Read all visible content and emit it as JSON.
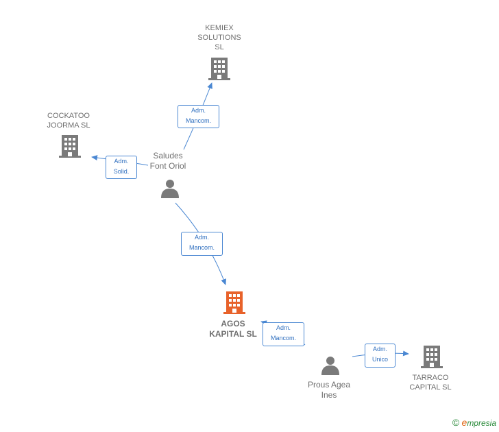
{
  "nodes": {
    "kemiex": {
      "label": "KEMIEX\nSOLUTIONS\nSL",
      "icon": "building-icon",
      "color": "#7a7a7a"
    },
    "cockatoo": {
      "label": "COCKATOO\nJOORMA SL",
      "icon": "building-icon",
      "color": "#7a7a7a"
    },
    "saludes": {
      "label": "Saludes\nFont Oriol",
      "icon": "person-icon",
      "color": "#7a7a7a"
    },
    "agos": {
      "label": "AGOS\nKAPITAL SL",
      "icon": "building-icon",
      "color": "#e8622a"
    },
    "prous": {
      "label": "Prous Agea\nInes",
      "icon": "person-icon",
      "color": "#7a7a7a"
    },
    "tarraco": {
      "label": "TARRACO\nCAPITAL SL",
      "icon": "building-icon",
      "color": "#7a7a7a"
    }
  },
  "edges": {
    "saludes_kemiex": "Adm.\nMancom.",
    "saludes_cockatoo": "Adm.\nSolid.",
    "saludes_agos": "Adm.\nMancom.",
    "prous_agos": "Adm.\nMancom.",
    "prous_tarraco": "Adm.\nUnico"
  },
  "footer": {
    "copyright": "©",
    "brand_e": "e",
    "brand_rest": "mpresia"
  },
  "colors": {
    "edge": "#4a87d2",
    "icon": "#7a7a7a",
    "focus": "#e8622a"
  }
}
